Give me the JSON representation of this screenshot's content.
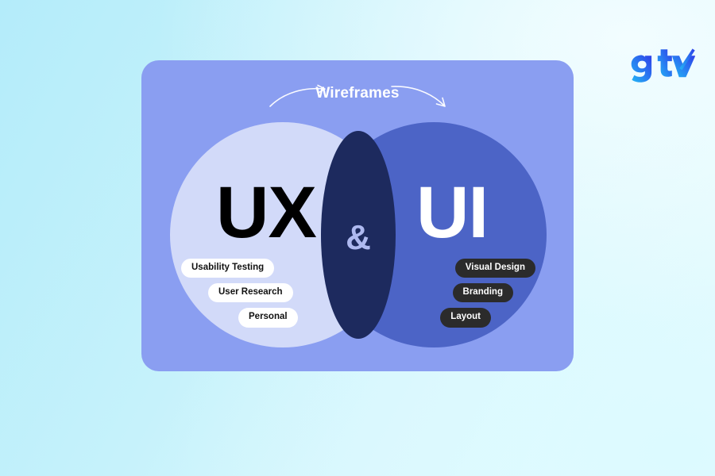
{
  "background": {
    "gradient_from": "#b4ecfa",
    "gradient_to": "#e9fcff"
  },
  "brand": {
    "name": "gtv",
    "icon": "gtv-logo",
    "color_start": "#2fa8f7",
    "color_end": "#2f4df0"
  },
  "card": {
    "background": "#8a9ef1",
    "heading": "Wireframes",
    "arrow_left_icon": "curved-arrow-right-icon",
    "arrow_right_icon": "curved-arrow-down-right-icon"
  },
  "venn": {
    "left": {
      "title": "UX",
      "circle_color": "#d2daf9",
      "title_color": "#000000",
      "pills": [
        {
          "label": "Usability Testing"
        },
        {
          "label": "User Research"
        },
        {
          "label": "Personal"
        }
      ]
    },
    "intersection": {
      "symbol": "&",
      "color": "#1d2a5e",
      "symbol_color": "#aeb9f0"
    },
    "right": {
      "title": "UI",
      "circle_color": "#4c64c6",
      "title_color": "#ffffff",
      "pills": [
        {
          "label": "Visual Design"
        },
        {
          "label": "Branding"
        },
        {
          "label": "Layout"
        }
      ]
    }
  }
}
